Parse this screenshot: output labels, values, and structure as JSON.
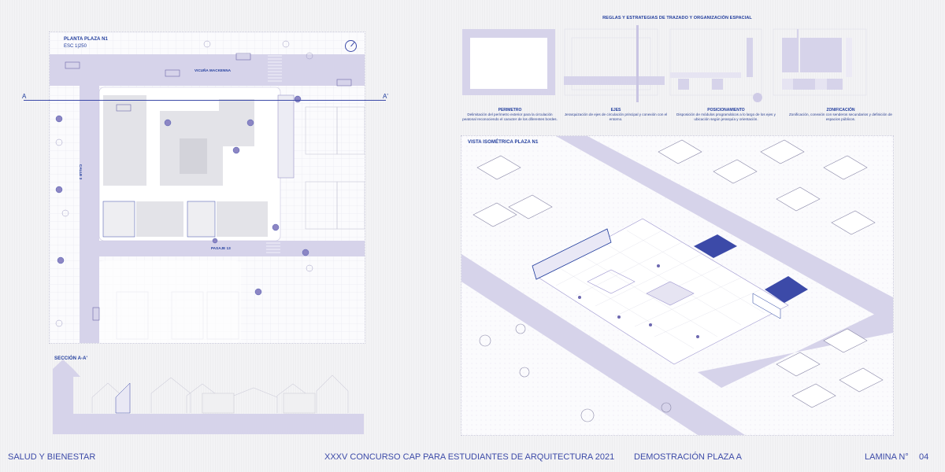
{
  "colors": {
    "accent": "#1f3b9c",
    "lavender": "#d6d3ea",
    "lavender_dark": "#9f98d0",
    "background": "#f3f3f5"
  },
  "plan": {
    "title": "PLANTA PLAZA N1",
    "scale": "ESC 1|250",
    "streets": {
      "top": "VICUÑA MACKENNA",
      "left": "CALLE 3",
      "bottom": "PASAJE 13"
    },
    "section_marker_left": "A",
    "section_marker_right": "A'",
    "north_icon": "north-arrow-icon"
  },
  "section": {
    "title": "SECCIÓN A-A'"
  },
  "strategies": {
    "title": "REGLAS Y ESTRATEGIAS DE TRAZADO Y ORGANIZACIÓN ESPACIAL",
    "items": [
      {
        "title": "PERIMETRO",
        "text": "Delimitación del perímetro exterior para la circulación peatonal reconociendo el caracter de los diferentes bordes."
      },
      {
        "title": "EJES",
        "text": "Jerarquización de ejes de circulación principal y conexión con el entorno."
      },
      {
        "title": "POSICIONAMIENTO",
        "text": "Disposición de módulos programáticos a lo largo de los ejes y ubicación según jerarquía y orientación."
      },
      {
        "title": "ZONIFICACIÓN",
        "text": "Zonificación, conexión con senderos secundarios y definición de espacios públicos."
      }
    ]
  },
  "isometric": {
    "title": "VISTA ISOMÉTRICA PLAZA N1"
  },
  "footer": {
    "theme": "SALUD Y BIENESTAR",
    "contest": "XXXV CONCURSO CAP PARA ESTUDIANTES DE ARQUITECTURA 2021",
    "project": "DEMOSTRACIÓN PLAZA A",
    "sheet_label": "LAMINA N°",
    "sheet_number": "04"
  }
}
